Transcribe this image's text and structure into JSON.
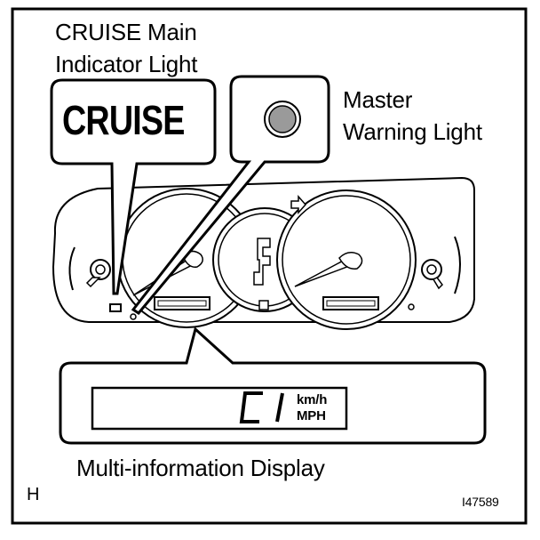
{
  "labels": {
    "cruise_main_line1": "CRUISE Main",
    "cruise_main_line2": "Indicator Light",
    "cruise_indicator_text": "CRUISE",
    "master_warning_line1": "Master",
    "master_warning_line2": "Warning Light",
    "multi_info_display": "Multi-information Display",
    "corner_letter": "H",
    "figure_code": "I47589"
  },
  "display": {
    "code": "C1",
    "unit_top": "km/h",
    "unit_bottom": "MPH"
  },
  "colors": {
    "line": "#000000",
    "background": "#ffffff",
    "warning_lamp": "#9a9a9a"
  }
}
